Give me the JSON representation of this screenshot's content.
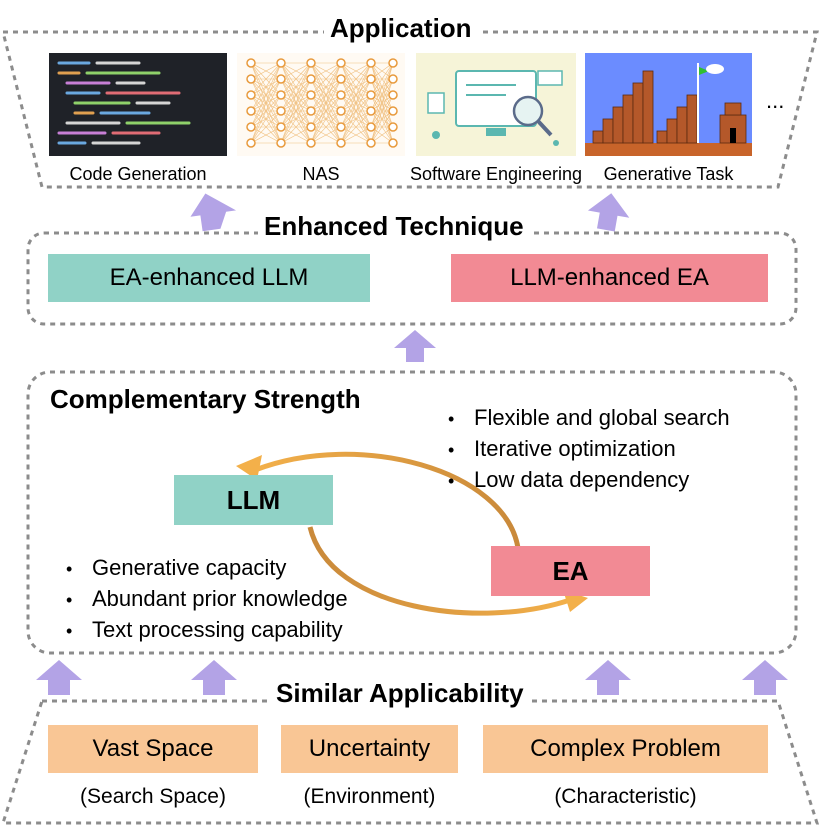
{
  "application": {
    "title": "Application",
    "items": [
      {
        "label": "Code Generation",
        "image": "code-editor-image"
      },
      {
        "label": "NAS",
        "image": "neural-network-image"
      },
      {
        "label": "Software Engineering",
        "image": "software-illustration-image"
      },
      {
        "label": "Generative Task",
        "image": "game-level-image"
      }
    ],
    "more": "..."
  },
  "enhanced": {
    "title": "Enhanced Technique",
    "left": "EA-enhanced LLM",
    "right": "LLM-enhanced EA"
  },
  "complementary": {
    "title": "Complementary Strength",
    "llm": "LLM",
    "ea": "EA",
    "ea_strengths": [
      "Flexible and global search",
      "Iterative optimization",
      "Low data dependency"
    ],
    "llm_strengths": [
      "Generative capacity",
      "Abundant prior knowledge",
      "Text processing capability"
    ]
  },
  "similar": {
    "title": "Similar Applicability",
    "items": [
      {
        "label": "Vast Space",
        "sub": "(Search Space)"
      },
      {
        "label": "Uncertainty",
        "sub": "(Environment)"
      },
      {
        "label": "Complex Problem",
        "sub": "(Characteristic)"
      }
    ]
  },
  "colors": {
    "teal": "#90d2c6",
    "pink": "#f28a94",
    "peach": "#f9c695",
    "arrow": "#b3a3e6",
    "cycle": "#e9a33c",
    "border": "#8c8c8c"
  }
}
